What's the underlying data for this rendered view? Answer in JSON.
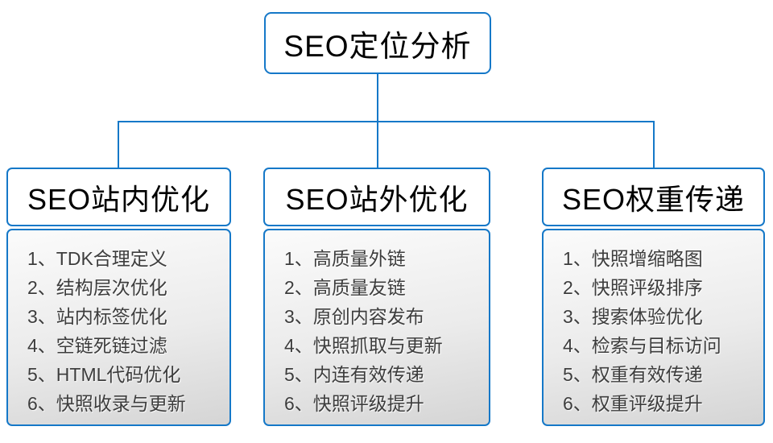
{
  "root": {
    "label": "SEO定位分析"
  },
  "branches": [
    {
      "title": "SEO站内优化",
      "items": [
        "1、TDK合理定义",
        "2、结构层次优化",
        "3、站内标签优化",
        "4、空链死链过滤",
        "5、HTML代码优化",
        "6、快照收录与更新"
      ]
    },
    {
      "title": "SEO站外优化",
      "items": [
        "1、高质量外链",
        "2、高质量友链",
        "3、原创内容发布",
        "4、快照抓取与更新",
        "5、内连有效传递",
        "6、快照评级提升"
      ]
    },
    {
      "title": "SEO权重传递",
      "items": [
        "1、快照增缩略图",
        "2、快照评级排序",
        "3、搜索体验优化",
        "4、检索与目标访问",
        "5、权重有效传递",
        "6、权重评级提升"
      ]
    }
  ],
  "colors": {
    "accent": "#1578c8",
    "panel_top": "#fbfbfb",
    "panel_mid": "#ebebeb",
    "panel_bottom": "#d5d5d5",
    "header_text": "#000000",
    "item_text": "#3d3d3d"
  }
}
